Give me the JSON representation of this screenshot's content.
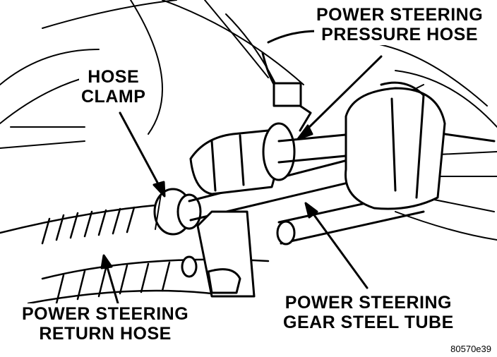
{
  "labels": {
    "pressure_hose": [
      "POWER STEERING",
      "PRESSURE HOSE"
    ],
    "hose_clamp": [
      "HOSE",
      "CLAMP"
    ],
    "return_hose": [
      "POWER STEERING",
      "RETURN HOSE"
    ],
    "gear_steel_tube": [
      "POWER STEERING",
      "GEAR STEEL TUBE"
    ]
  },
  "figure_id": "80570e39",
  "colors": {
    "ink": "#000000",
    "paper": "#ffffff"
  }
}
